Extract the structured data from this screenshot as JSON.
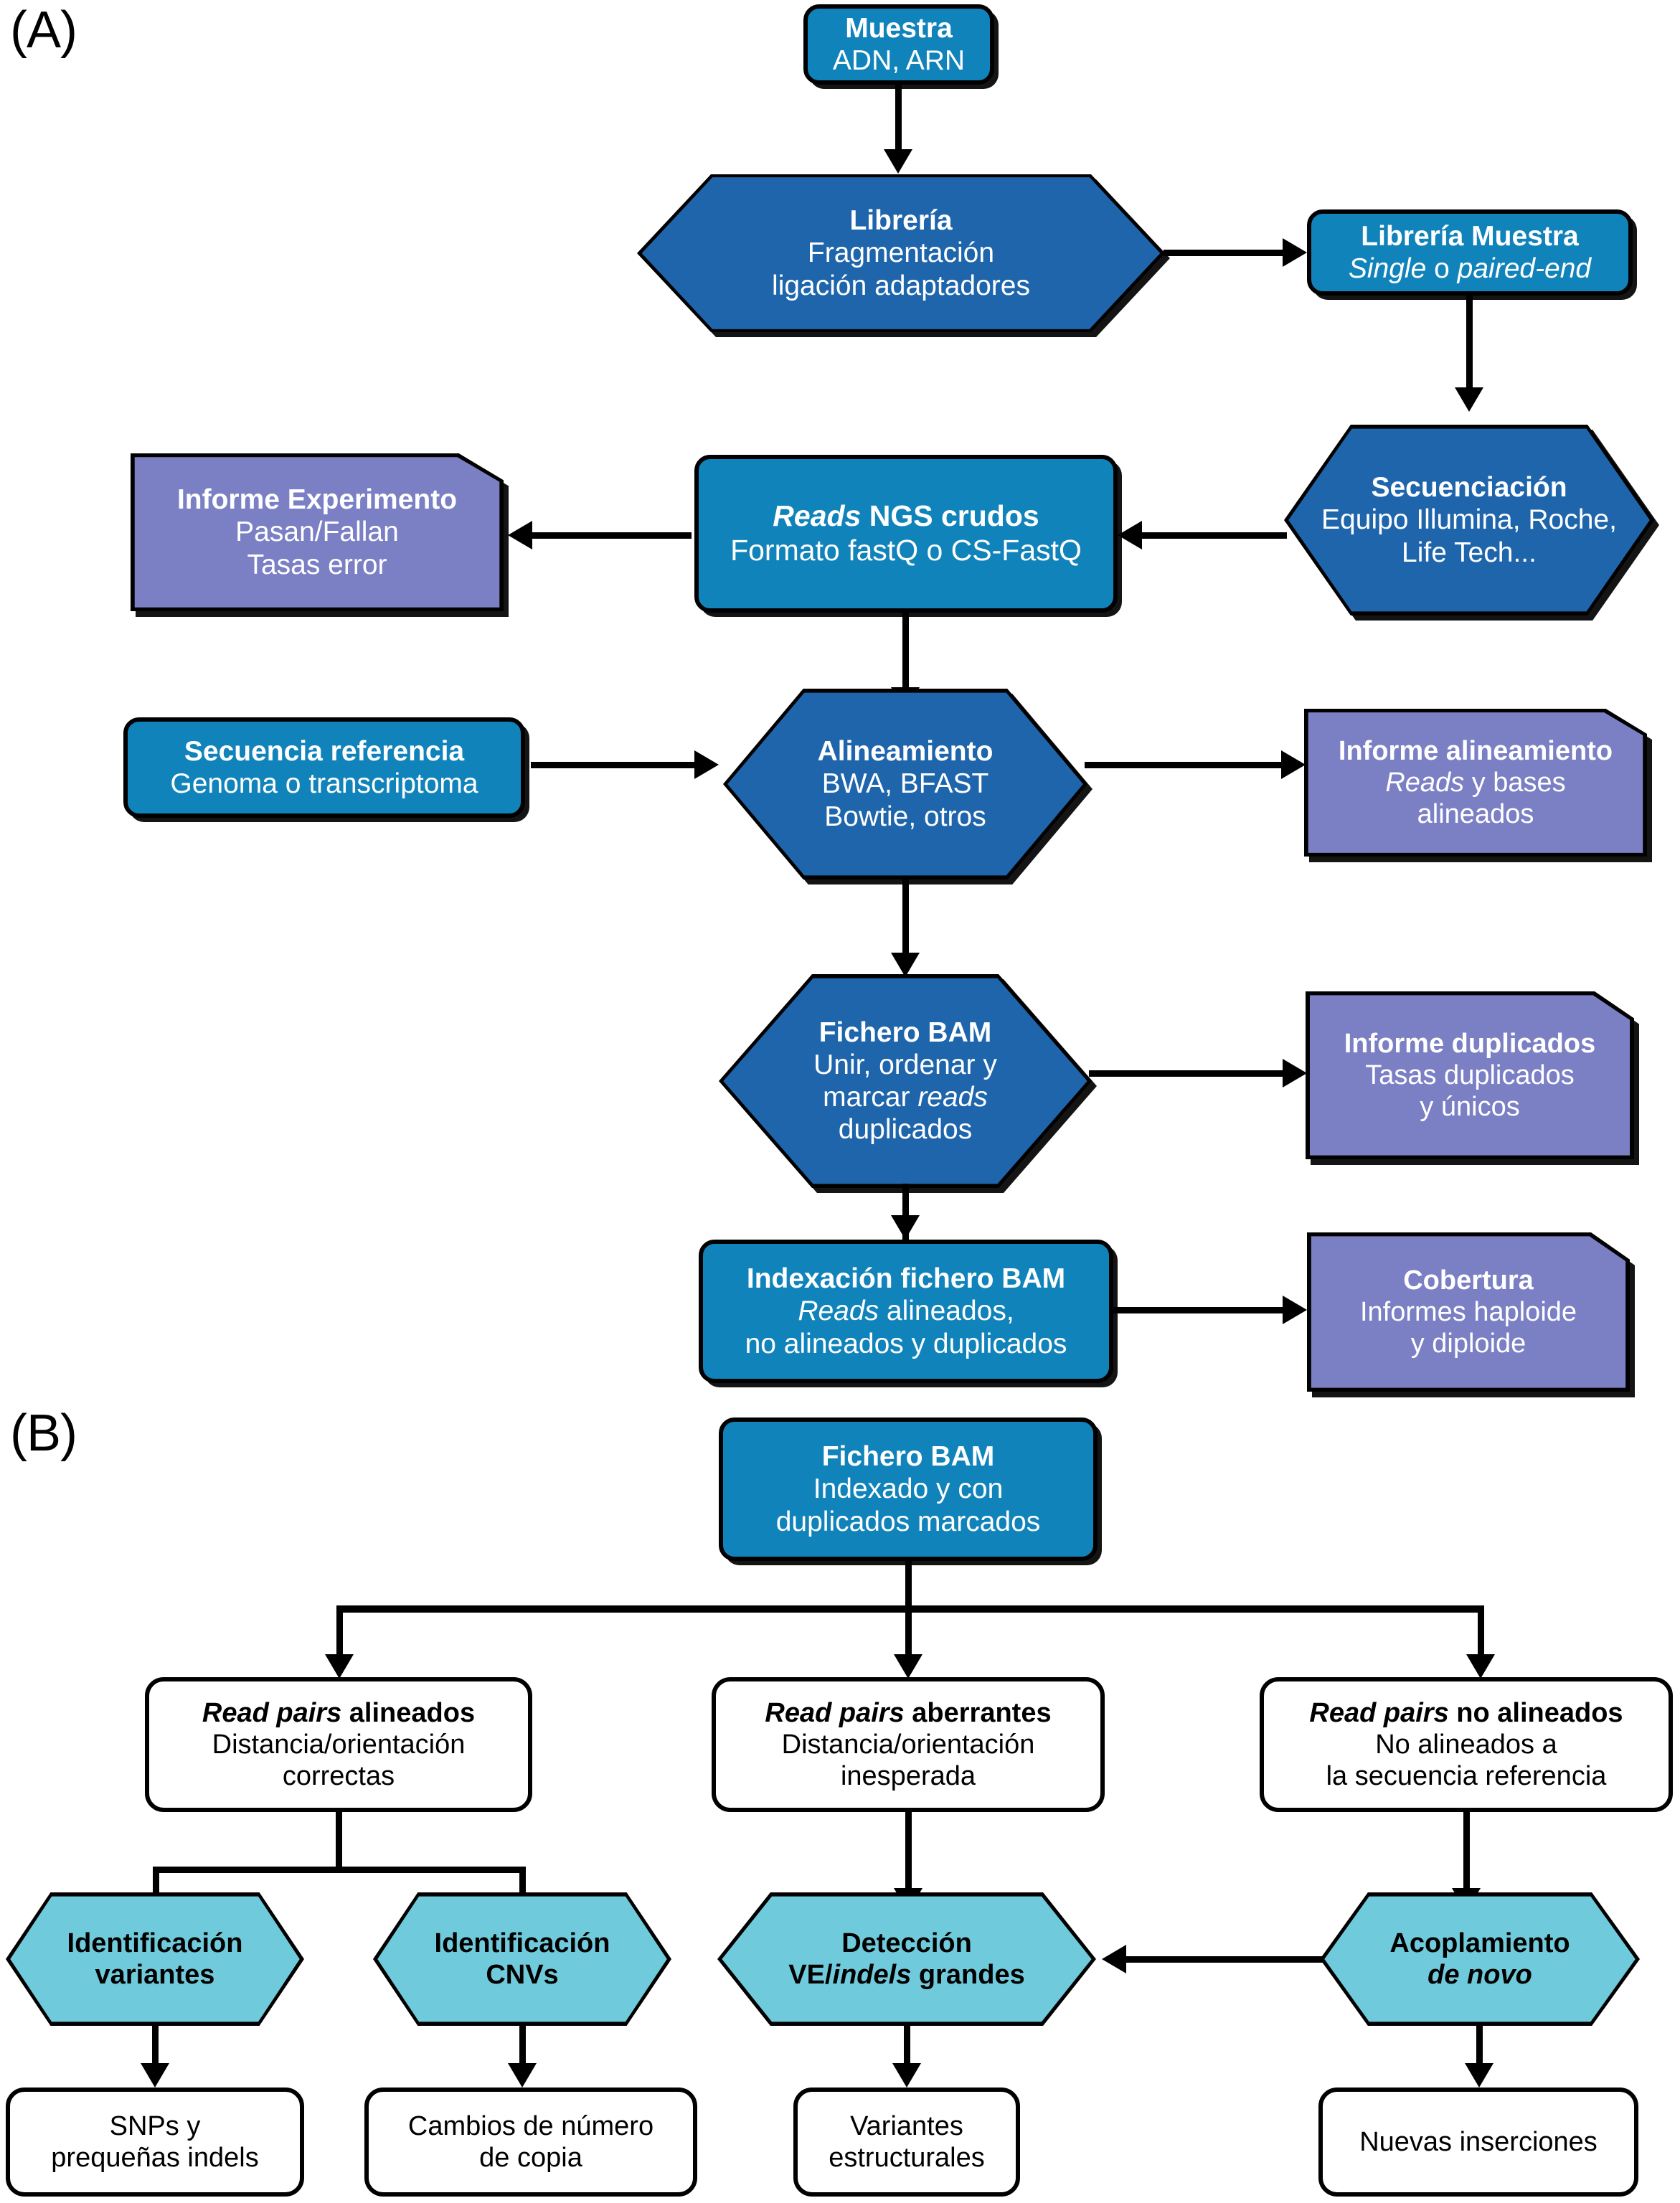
{
  "figure": {
    "panel_a_label": "(A)",
    "panel_b_label": "(B)"
  },
  "colors": {
    "blue_light": "#1183bb",
    "blue_dark": "#1e65ac",
    "purple_report": "#7b7fc4",
    "teal": "#6fcbdc",
    "white": "#ffffff",
    "stroke": "#000000"
  },
  "panel_a": {
    "muestra": {
      "title": "Muestra",
      "line2": "ADN, ARN"
    },
    "libreria": {
      "title": "Librería",
      "line2": "Fragmentación",
      "line3": "ligación adaptadores"
    },
    "libreria_muestra": {
      "title": "Librería Muestra",
      "line2_a": "Single",
      "line2_b": " o ",
      "line2_c": "paired-end"
    },
    "secuenciacion": {
      "title": "Secuenciación",
      "line2": "Equipo Illumina, Roche,",
      "line3": "Life Tech..."
    },
    "reads_crudos": {
      "title_a": "Reads",
      "title_b": " NGS crudos",
      "line2": "Formato fastQ o CS-FastQ"
    },
    "informe_experimento": {
      "title": "Informe Experimento",
      "line2": "Pasan/Fallan",
      "line3": "Tasas error"
    },
    "secuencia_referencia": {
      "title": "Secuencia referencia",
      "line2": "Genoma o transcriptoma"
    },
    "alineamiento": {
      "title": "Alineamiento",
      "line2": "BWA, BFAST",
      "line3": "Bowtie, otros"
    },
    "informe_alineamiento": {
      "title": "Informe alineamiento",
      "line2_a": "Reads",
      "line2_b": " y bases",
      "line3": "alineados"
    },
    "fichero_bam": {
      "title": "Fichero BAM",
      "line2": "Unir, ordenar y",
      "line3_a": "marcar ",
      "line3_b": "reads",
      "line4": "duplicados"
    },
    "informe_duplicados": {
      "title": "Informe duplicados",
      "line2": "Tasas duplicados",
      "line3": "y únicos"
    },
    "indexacion": {
      "title": "Indexación fichero BAM",
      "line2_a": "Reads",
      "line2_b": " alineados,",
      "line3": "no alineados y duplicados"
    },
    "cobertura": {
      "title": "Cobertura",
      "line2": "Informes haploide",
      "line3": "y diploide"
    }
  },
  "panel_b": {
    "fichero_bam": {
      "title": "Fichero BAM",
      "line2": "Indexado y con",
      "line3": "duplicados marcados"
    },
    "rp_alineados": {
      "title_a": "Read pairs",
      "title_b": " alineados",
      "line2": "Distancia/orientación",
      "line3": "correctas"
    },
    "rp_aberrantes": {
      "title_a": "Read pairs",
      "title_b": " aberrantes",
      "line2": "Distancia/orientación",
      "line3": "inesperada"
    },
    "rp_no_alineados": {
      "title_a": "Read pairs",
      "title_b": " no alineados",
      "line2": "No alineados a",
      "line3": "la secuencia referencia"
    },
    "id_variantes": {
      "line1": "Identificación",
      "line2": "variantes"
    },
    "id_cnvs": {
      "line1": "Identificación",
      "line2": "CNVs"
    },
    "deteccion": {
      "line1": "Detección",
      "line2_a": "VE/",
      "line2_b": "indels",
      "line2_c": " grandes"
    },
    "acoplamiento": {
      "line1": "Acoplamiento",
      "line2": "de novo"
    },
    "out_snps": {
      "line1": "SNPs y",
      "line2": "prequeñas indels"
    },
    "out_cnv": {
      "line1": "Cambios de número",
      "line2": "de copia"
    },
    "out_sv": {
      "line1": "Variantes",
      "line2": "estructurales"
    },
    "out_ins": {
      "line1": "Nuevas inserciones"
    }
  }
}
